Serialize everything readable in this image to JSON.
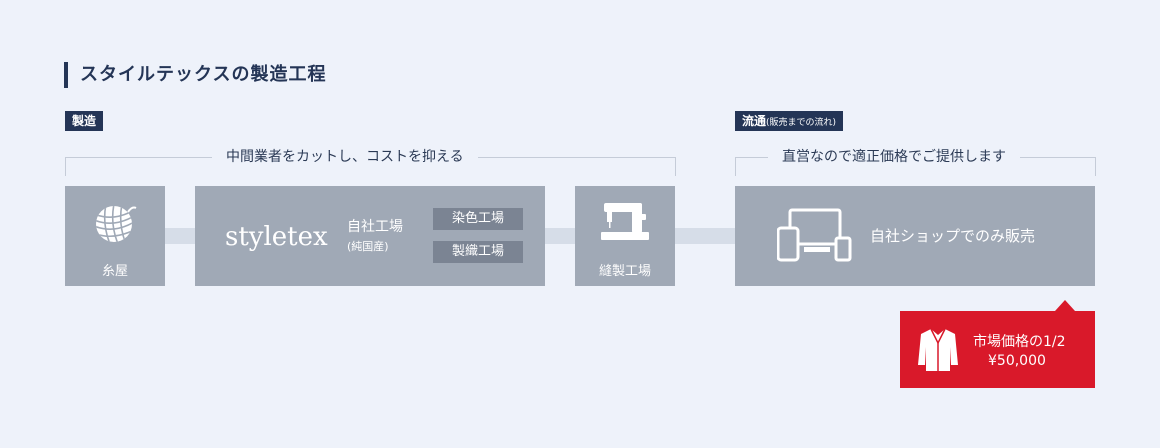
{
  "heading": "スタイルテックスの製造工程",
  "tags": {
    "manufacturing": "製造",
    "distribution": "流通",
    "distribution_note": "(販売までの流れ)"
  },
  "brackets": {
    "left_label": "中間業者をカットし、コストを抑える",
    "right_label": "直営なので適正価格でご提供します"
  },
  "steps": {
    "yarn": {
      "label": "糸屋",
      "icon": "yarn-ball-icon"
    },
    "factory": {
      "brand": "styletex",
      "own_factory": "自社工場",
      "own_factory_note": "(純国産)",
      "dyeing": "染色工場",
      "weaving": "製織工場"
    },
    "sewing": {
      "label": "縫製工場",
      "icon": "sewing-machine-icon"
    },
    "shop": {
      "label": "自社ショップでのみ販売",
      "icon": "devices-icon"
    }
  },
  "price": {
    "line1": "市場価格の1/2",
    "line2": "¥50,000",
    "icon": "coat-icon"
  },
  "colors": {
    "navy": "#243556",
    "box_gray": "#a0a9b6",
    "sub_gray": "#7b8493",
    "accent_red": "#d9192a",
    "background": "#eef2fa"
  }
}
